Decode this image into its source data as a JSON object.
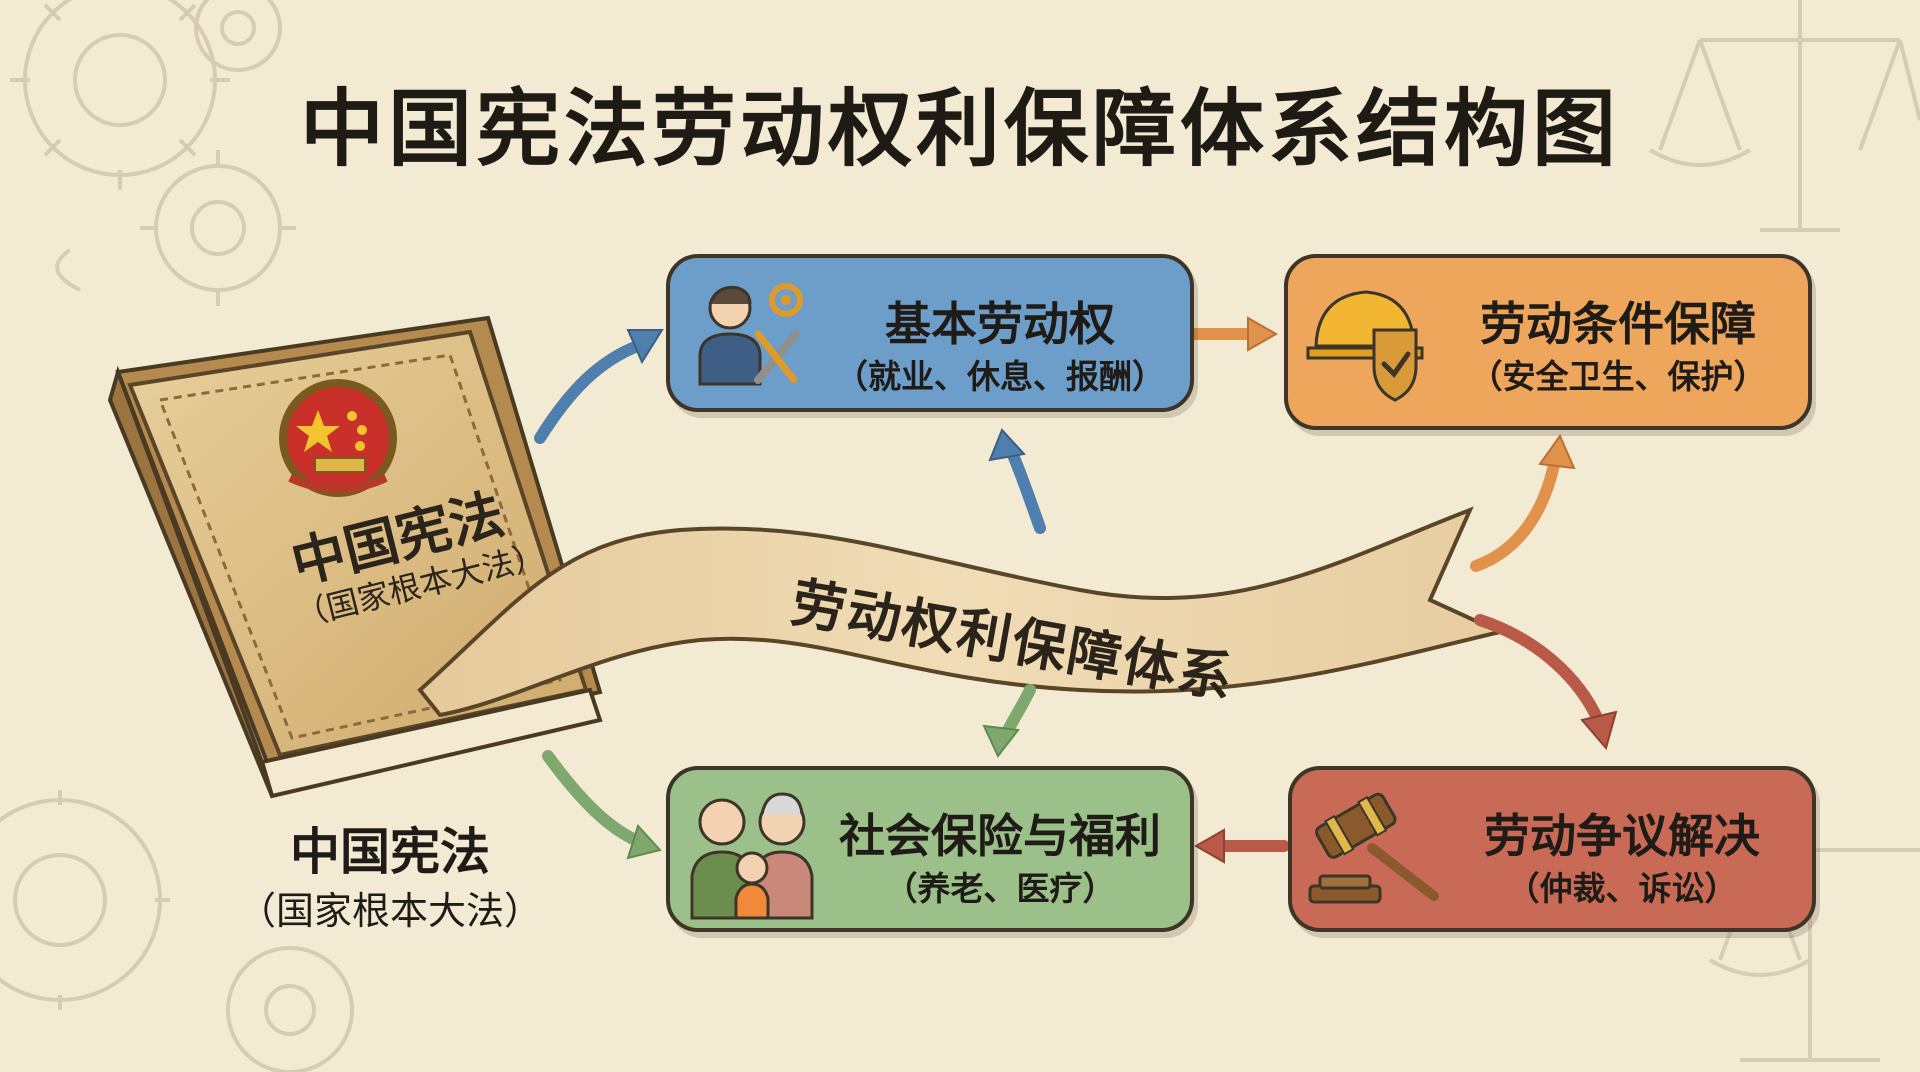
{
  "title": "中国宪法劳动权利保障体系结构图",
  "constitution": {
    "cover_name": "中国宪法",
    "cover_sub": "（国家根本大法）",
    "caption_name": "中国宪法",
    "caption_sub": "（国家根本大法）",
    "emblem_icon": "national-emblem-icon"
  },
  "ribbon": {
    "label": "劳动权利保障体系"
  },
  "nodes": {
    "basic": {
      "title": "基本劳动权",
      "sub": "（就业、休息、报酬）",
      "icon": "worker-gear-wrench-icon",
      "color": "#6d9dc9"
    },
    "conditions": {
      "title": "劳动条件保障",
      "sub": "（安全卫生、保护）",
      "icon": "helmet-shield-icon",
      "color": "#eea55c"
    },
    "insurance": {
      "title": "社会保险与福利",
      "sub": "（养老、医疗）",
      "icon": "family-icon",
      "color": "#9cc08a"
    },
    "dispute": {
      "title": "劳动争议解决",
      "sub": "（仲裁、诉讼）",
      "icon": "gavel-icon",
      "color": "#c96a56"
    }
  },
  "arrow_colors": {
    "blue": "#4e7fae",
    "orange": "#e0924a",
    "green": "#7fa86e",
    "red": "#b95a48"
  }
}
